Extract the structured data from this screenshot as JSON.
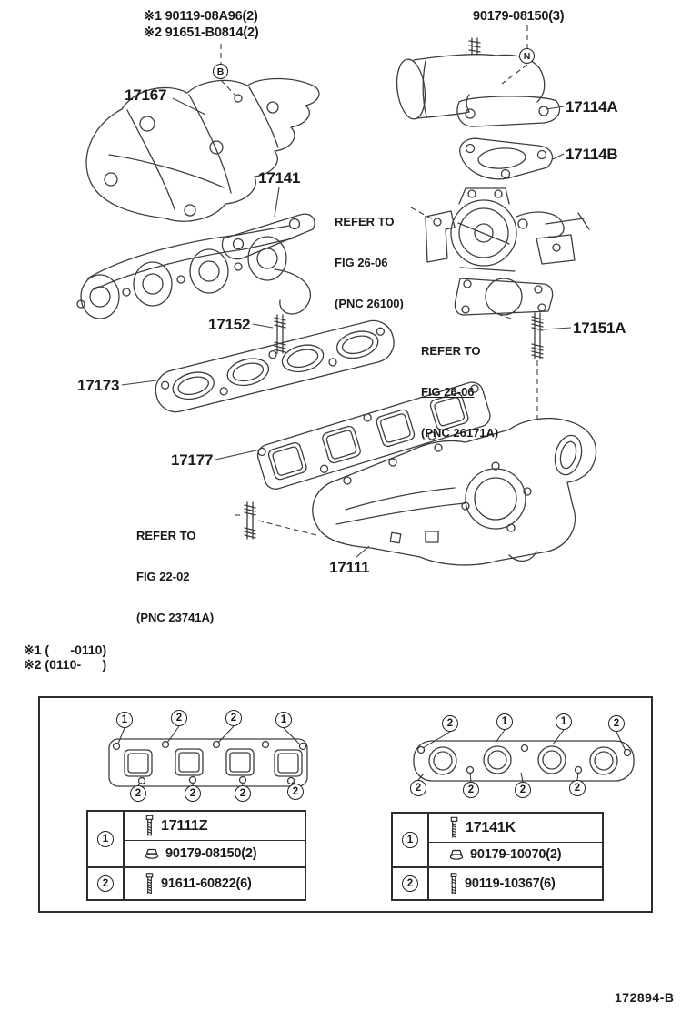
{
  "header": {
    "note1": "※1 90119-08A96(2)",
    "note2": "※2 91651-B0814(2)",
    "part_top_right": "90179-08150(3)",
    "circle_b": "B",
    "circle_n": "N"
  },
  "part_labels": {
    "p17167": "17167",
    "p17141": "17141",
    "p17114a": "17114A",
    "p17114b": "17114B",
    "p17152": "17152",
    "p17151a": "17151A",
    "p17173": "17173",
    "p17177": "17177",
    "p17111": "17111"
  },
  "refer_blocks": {
    "throttle": {
      "l1": "REFER TO",
      "l2": "FIG 26-06",
      "l3": "(PNC 26100)"
    },
    "gasket": {
      "l1": "REFER TO",
      "l2": "FIG 26-06",
      "l3": "(PNC 26171A)"
    },
    "stud": {
      "l1": "REFER TO",
      "l2": "FIG 22-02",
      "l3": "(PNC 23741A)"
    }
  },
  "applicability": {
    "line1": "※1 (      -0110)",
    "line2": "※2 (0110-      )"
  },
  "legend_box": {
    "left_gasket": {
      "callouts_top": [
        "1",
        "2",
        "2",
        "1"
      ],
      "callouts_bottom": [
        "2",
        "2",
        "2",
        "2"
      ]
    },
    "right_gasket": {
      "callouts_top": [
        "2",
        "1",
        "1",
        "2"
      ],
      "callouts_bottom": [
        "2",
        "2",
        "2",
        "2"
      ]
    },
    "left_table": {
      "row1": {
        "num": "1",
        "part": "17111Z",
        "hardware": "90179-08150(2)"
      },
      "row2": {
        "num": "2",
        "hardware": "91611-60822(6)"
      }
    },
    "right_table": {
      "row1": {
        "num": "1",
        "part": "17141K",
        "hardware": "90179-10070(2)"
      },
      "row2": {
        "num": "2",
        "hardware": "90119-10367(6)"
      }
    }
  },
  "footer": {
    "doc_code": "172894-B"
  }
}
